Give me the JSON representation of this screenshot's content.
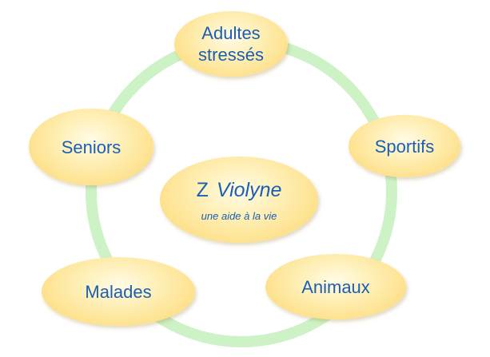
{
  "ring_color": "#cdf2c6",
  "node_text_color": "#1a5fb4",
  "center": {
    "letter": "Z",
    "name": "Violyne",
    "tagline": "une aide à la vie"
  },
  "nodes": {
    "adults": {
      "label": "Adultes\nstressés"
    },
    "sportifs": {
      "label": "Sportifs"
    },
    "animaux": {
      "label": "Animaux"
    },
    "malades": {
      "label": "Malades"
    },
    "seniors": {
      "label": "Seniors"
    }
  }
}
